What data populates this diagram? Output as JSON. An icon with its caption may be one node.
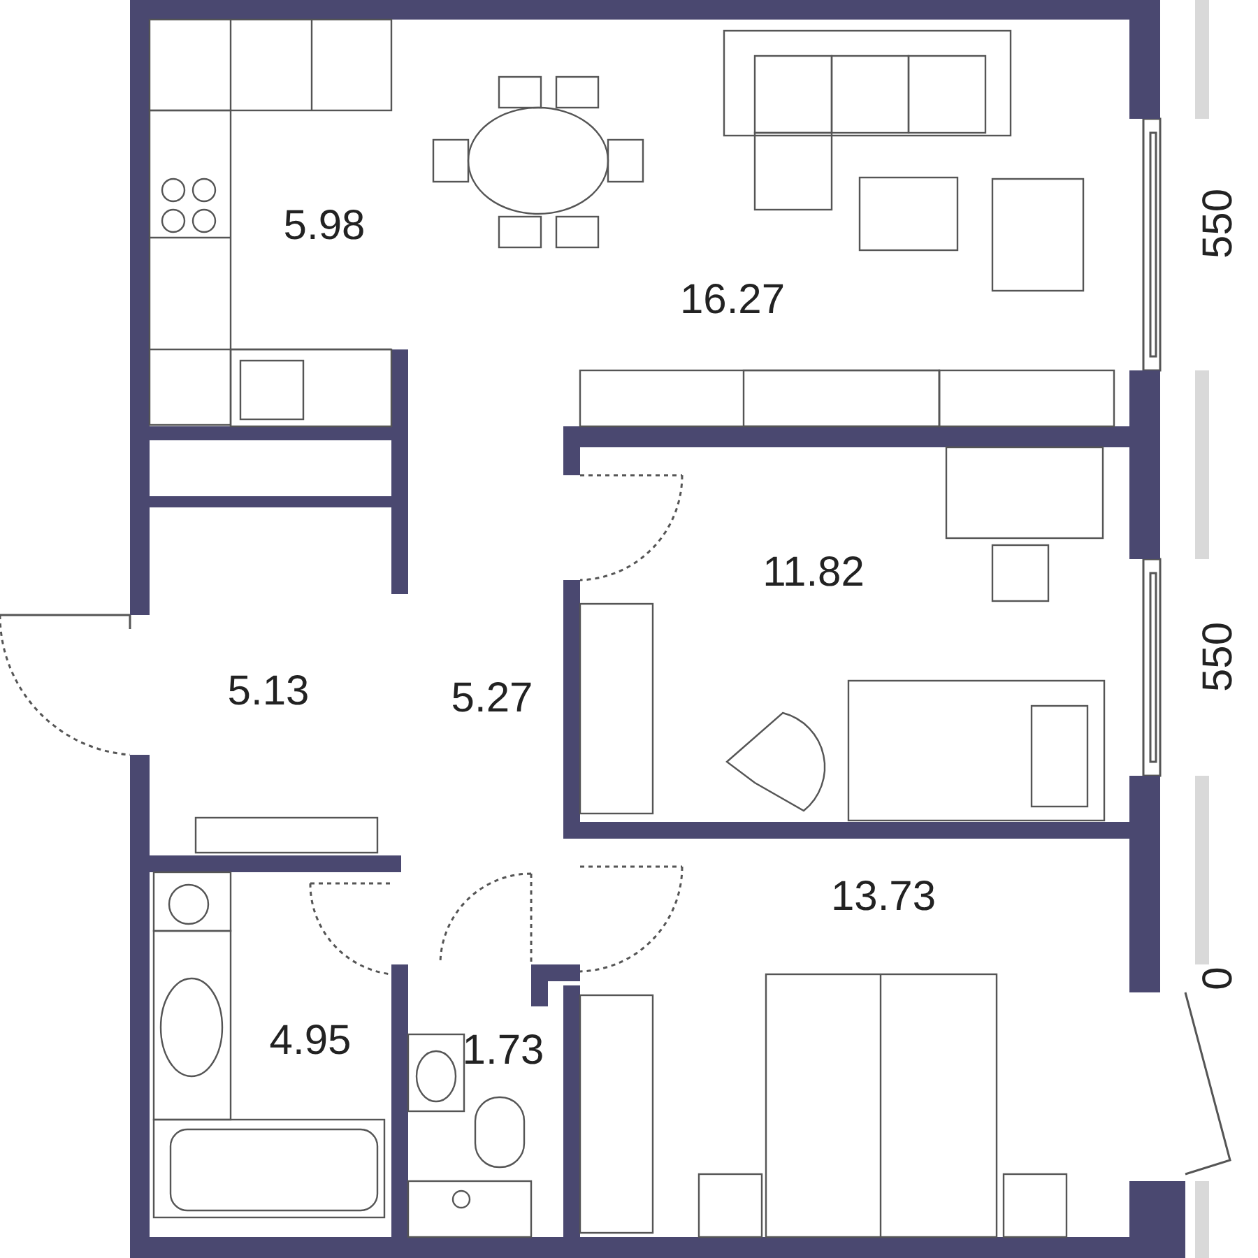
{
  "diagram": {
    "labels": [
      "5.98",
      "16.27",
      "550",
      "11.82",
      "5.13",
      "5.27",
      "550",
      "13.73",
      "0",
      "4.95",
      "1.73"
    ]
  }
}
